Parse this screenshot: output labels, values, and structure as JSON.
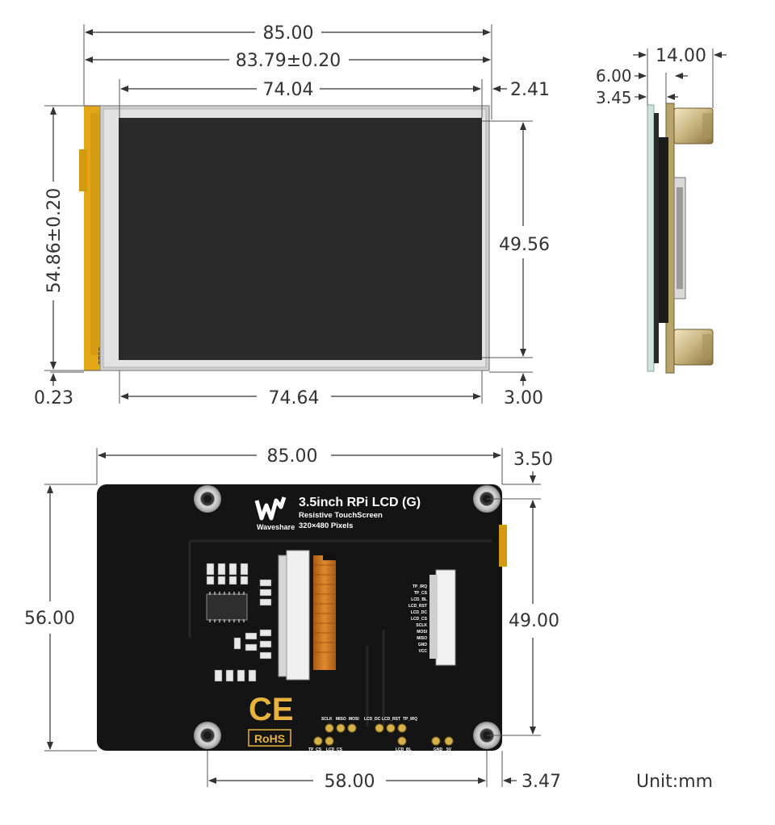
{
  "front_view": {
    "dims": {
      "total_width": "85.00",
      "outline_width": "83.79±0.20",
      "active_width": "74.04",
      "right_offset": "2.41",
      "outline_height": "54.86±0.20",
      "active_height": "49.56",
      "bottom_offset_left": "0.23",
      "glass_width": "74.64",
      "bottom_offset_right": "3.00"
    },
    "fpc_label": "3828"
  },
  "side_view": {
    "dims": {
      "depth_total": "14.00",
      "depth_a": "6.00",
      "depth_b": "3.45"
    }
  },
  "back_view": {
    "dims": {
      "board_width": "85.00",
      "hole_offset_top": "3.50",
      "board_height": "56.00",
      "hole_spacing_v": "49.00",
      "hole_spacing_h": "58.00",
      "hole_offset_right": "3.47"
    },
    "silkscreen": {
      "brand": "Waveshare",
      "title": "3.5inch RPi LCD (G)",
      "subtitle": "Resistive TouchScreen",
      "resolution": "320×480 Pixels",
      "ce_mark": "CE",
      "rohs": "RoHS",
      "connector_pins": [
        "TP_IRQ",
        "TP_CS",
        "LCD_BL",
        "LCD_RST",
        "LCD_DC",
        "LCD_CS",
        "SCLK",
        "MOSI",
        "MISO",
        "GND",
        "VCC"
      ],
      "pad_top_labels": [
        "SCLK",
        "MISO",
        "MOSI",
        "LCD_DC",
        "LCD_RST",
        "TP_IRQ"
      ],
      "pad_bottom_labels": [
        "TP_CS",
        "LCD_CS",
        "LCD_BL",
        "GND",
        "5V"
      ]
    }
  },
  "unit_label": "Unit:mm",
  "colors": {
    "fpc": "#e2a716",
    "panel_frame": "#cfcfcf",
    "screen": "#2a2a2a",
    "pcb": "#141414",
    "ffc_ribbon": "#c8741f"
  }
}
